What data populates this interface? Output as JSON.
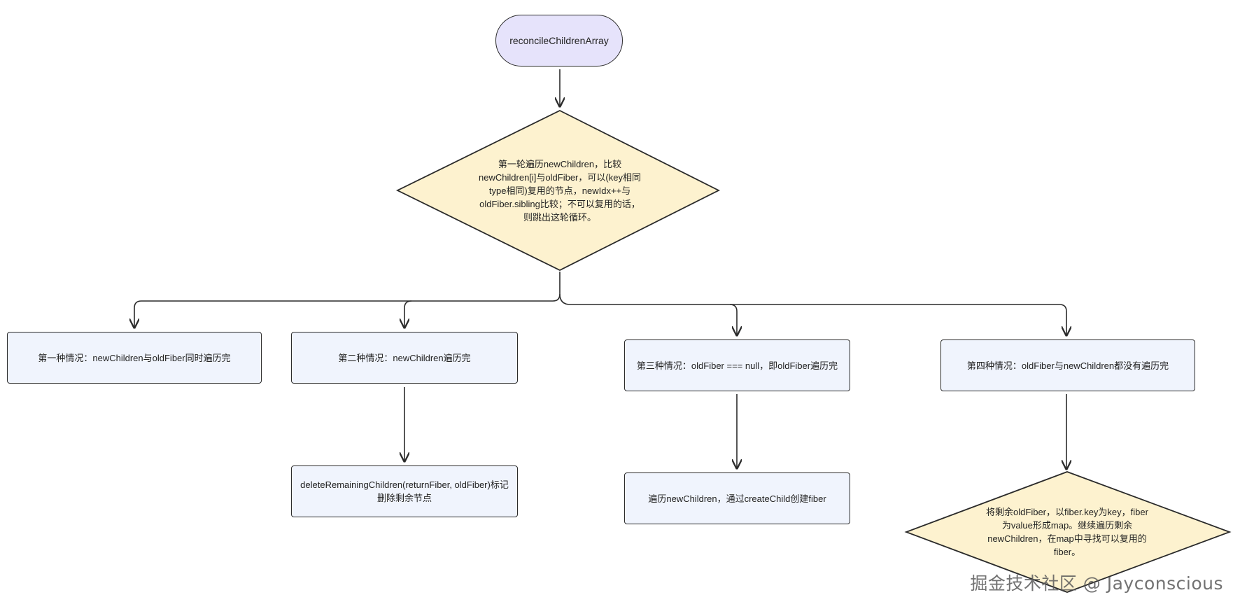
{
  "diagram": {
    "start": {
      "label": "reconcileChildrenArray"
    },
    "first_loop": {
      "label": "第一轮遍历newChildren，比较newChildren[i]与oldFiber，可以(key相同type相同)复用的节点，newIdx++与oldFiber.sibling比较；不可以复用的话，则跳出这轮循环。"
    },
    "case1": {
      "label": "第一种情况：newChildren与oldFiber同时遍历完"
    },
    "case2": {
      "label": "第二种情况：newChildren遍历完"
    },
    "case3": {
      "label": "第三种情况：oldFiber === null，即oldFiber遍历完"
    },
    "case4": {
      "label": "第四种情况：oldFiber与newChildren都没有遍历完"
    },
    "delete_remaining": {
      "label": "deleteRemainingChildren(returnFiber, oldFiber)标记删除剩余节点"
    },
    "create_children": {
      "label": "遍历newChildren，通过createChild创建fiber"
    },
    "map_lookup": {
      "label": "将剩余oldFiber，以fiber.key为key，fiber为value形成map。继续遍历剩余newChildren，在map中寻找可以复用的fiber。"
    },
    "colors": {
      "stroke": "#2b2b2b",
      "start_fill": "#e6e3fb",
      "rect_fill": "#f0f4fd",
      "diamond_fill": "#fdf2cf"
    }
  },
  "watermark": {
    "text": "掘金技术社区 @ Jayconscious"
  }
}
